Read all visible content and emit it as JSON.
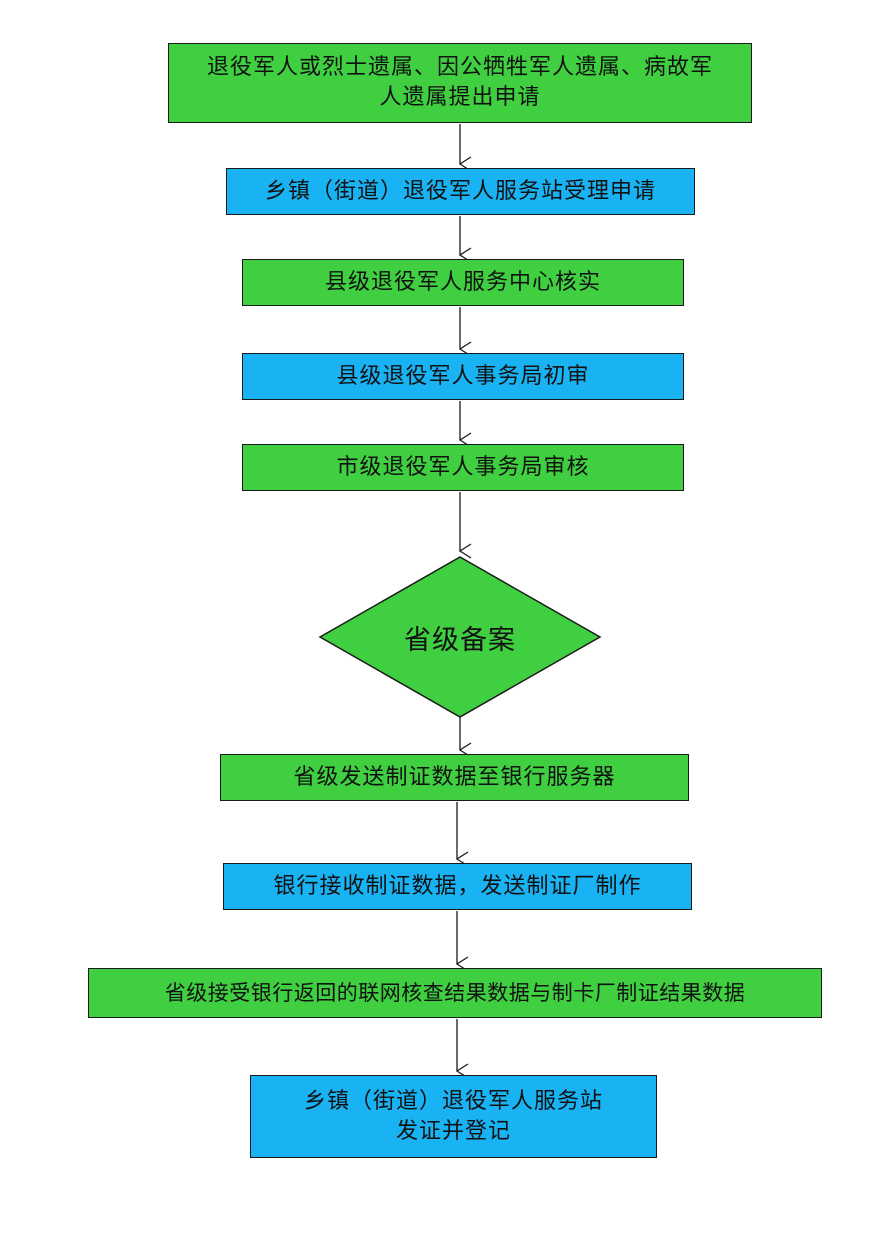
{
  "flowchart": {
    "steps": [
      {
        "lines": [
          "退役军人或烈士遗属、因公牺牲军人遗属、病故军",
          "人遗属提出申请"
        ],
        "color": "#3fcf40"
      },
      {
        "lines": [
          "乡镇（街道）退役军人服务站受理申请"
        ],
        "color": "#19b2f2"
      },
      {
        "lines": [
          "县级退役军人服务中心核实"
        ],
        "color": "#3fcf40"
      },
      {
        "lines": [
          "县级退役军人事务局初审"
        ],
        "color": "#19b2f2"
      },
      {
        "lines": [
          "市级退役军人事务局审核"
        ],
        "color": "#3fcf40"
      },
      {
        "lines": [
          "省级备案"
        ],
        "color": "#3fcf40",
        "shape": "diamond"
      },
      {
        "lines": [
          "省级发送制证数据至银行服务器"
        ],
        "color": "#3fcf40"
      },
      {
        "lines": [
          "银行接收制证数据，发送制证厂制作"
        ],
        "color": "#19b2f2"
      },
      {
        "lines": [
          "省级接受银行返回的联网核查结果数据与制卡厂制证结果数据"
        ],
        "color": "#3fcf40"
      },
      {
        "lines": [
          "乡镇（街道）退役军人服务站",
          "发证并登记"
        ],
        "color": "#19b2f2"
      }
    ]
  },
  "colors": {
    "green_box": "#3fcf40",
    "blue_box": "#19b2f2",
    "border": "#1a1a1a",
    "arrow": "#1a1a1a"
  }
}
